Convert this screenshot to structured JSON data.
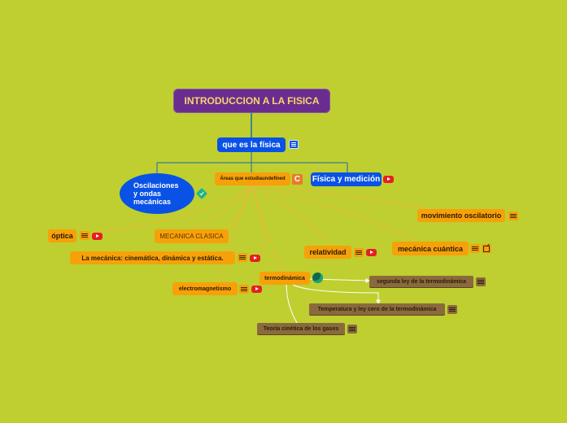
{
  "root": {
    "label": "INTRODUCCION A LA FISICA"
  },
  "nodes": {
    "que_es": {
      "label": "que es la física"
    },
    "oscilaciones": {
      "label": "Oscilaciones y ondas mecánicas"
    },
    "areas": {
      "label": "Áreas que estudiaundefined"
    },
    "fisica_medicion": {
      "label": "Física y medición"
    },
    "movimiento_oscilatorio": {
      "label": "movimiento oscilatorio"
    },
    "optica": {
      "label": "óptica"
    },
    "mecanica_clasica": {
      "label": "MECANICA CLASICA"
    },
    "relatividad": {
      "label": "relatividad"
    },
    "mecanica_cuantica": {
      "label": "mecánica cuántica"
    },
    "mecanica_cinematica": {
      "label": "La mecánica: cinemática, dinámica y estática."
    },
    "termodinamica": {
      "label": "termodinámica"
    },
    "segunda_ley": {
      "label": "segunda ley de la termodinámica"
    },
    "electromagnetismo": {
      "label": "electromagnetismo"
    },
    "temperatura": {
      "label": "Temperatura y ley cero de la termodinámica"
    },
    "teoria_cinetica": {
      "label": "Teoría cinética de los gases"
    }
  },
  "icons": {
    "notes": "notes-icon",
    "video": "youtube-icon",
    "c_badge": "C",
    "link": "external-link-icon",
    "topic": "circle-topic-icon",
    "check": "diamond-check-icon"
  },
  "colors": {
    "background": "#bfcf2f",
    "root": "#6a2d8f",
    "root_text": "#f5d66b",
    "blue": "#0a52e6",
    "orange": "#f7a10a",
    "brown": "#8a6a3d",
    "line_blue": "#1a6ab0",
    "line_orange": "#f2b43a"
  }
}
